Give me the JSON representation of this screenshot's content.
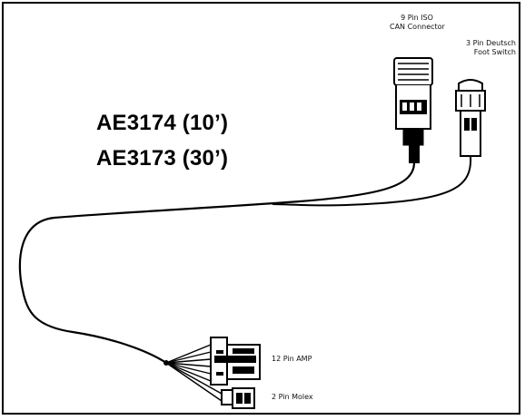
{
  "part_numbers": {
    "line1": "AE3174 (10’)",
    "line2": "AE3173 (30’)"
  },
  "connectors": {
    "iso_line1": "9 Pin ISO",
    "iso_line2": "CAN Connector",
    "deutsch_line1": "3 Pin Deutsch",
    "deutsch_line2": "Foot Switch",
    "amp": "12 Pin AMP",
    "molex": "2 Pin Molex"
  },
  "colors": {
    "ink": "#000000",
    "background": "#ffffff"
  }
}
